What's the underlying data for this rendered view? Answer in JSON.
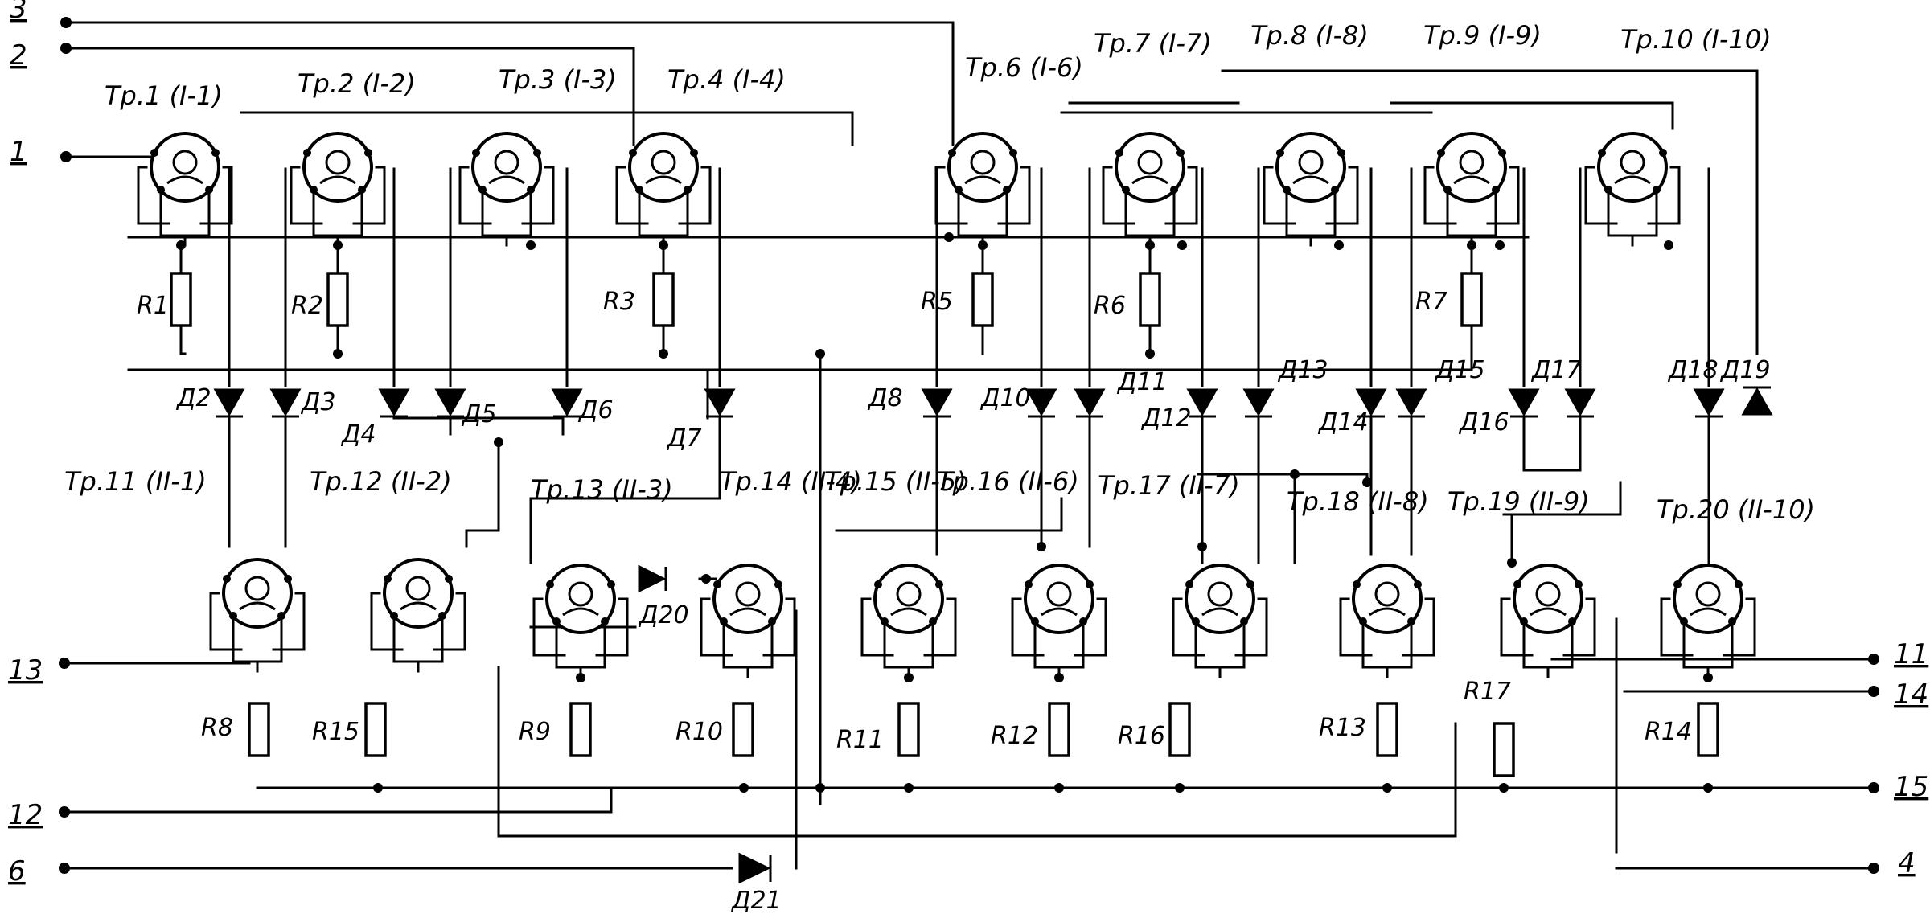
{
  "transformers": [
    {
      "id": "tr1",
      "label": "Тр.1 (I-1)"
    },
    {
      "id": "tr2",
      "label": "Тр.2 (I-2)"
    },
    {
      "id": "tr3",
      "label": "Тр.3 (I-3)"
    },
    {
      "id": "tr4",
      "label": "Тр.4 (I-4)"
    },
    {
      "id": "tr6",
      "label": "Тр.6 (I-6)"
    },
    {
      "id": "tr7",
      "label": "Тр.7 (I-7)"
    },
    {
      "id": "tr8",
      "label": "Тр.8 (I-8)"
    },
    {
      "id": "tr9",
      "label": "Тр.9 (I-9)"
    },
    {
      "id": "tr10",
      "label": "Тр.10 (I-10)"
    },
    {
      "id": "tr11",
      "label": "Тр.11 (II-1)"
    },
    {
      "id": "tr12",
      "label": "Тр.12 (II-2)"
    },
    {
      "id": "tr13",
      "label": "Тр.13 (II-3)"
    },
    {
      "id": "tr14",
      "label": "Тр.14 (II-4)"
    },
    {
      "id": "tr15",
      "label": "Тр.15 (II-5)"
    },
    {
      "id": "tr16",
      "label": "Тр.16 (II-6)"
    },
    {
      "id": "tr17",
      "label": "Тр.17 (II-7)"
    },
    {
      "id": "tr18",
      "label": "Тр.18 (II-8)"
    },
    {
      "id": "tr19",
      "label": "Тр.19 (II-9)"
    },
    {
      "id": "tr20",
      "label": "Тр.20 (II-10)"
    }
  ],
  "resistors": {
    "r1": "R1",
    "r2": "R2",
    "r3": "R3",
    "r5": "R5",
    "r6": "R6",
    "r7": "R7",
    "r8": "R8",
    "r15": "R15",
    "r9": "R9",
    "r10": "R10",
    "r11": "R11",
    "r12": "R12",
    "r16": "R16",
    "r13": "R13",
    "r17": "R17",
    "r14": "R14"
  },
  "diodes": {
    "d2": "Д2",
    "d3": "Д3",
    "d4": "Д4",
    "d5": "Д5",
    "d6": "Д6",
    "d7": "Д7",
    "d8": "Д8",
    "d10": "Д10",
    "d11": "Д11",
    "d12": "Д12",
    "d13": "Д13",
    "d14": "Д14",
    "d15": "Д15",
    "d16": "Д16",
    "d17": "Д17",
    "d18": "Д18",
    "d19": "Д19",
    "d20": "Д20",
    "d21": "Д21"
  },
  "terminals": {
    "t1": "1",
    "t2": "2",
    "t3": "3",
    "t4": "4",
    "t6": "6",
    "t11": "11",
    "t12": "12",
    "t13": "13",
    "t14": "14",
    "t15": "15"
  }
}
